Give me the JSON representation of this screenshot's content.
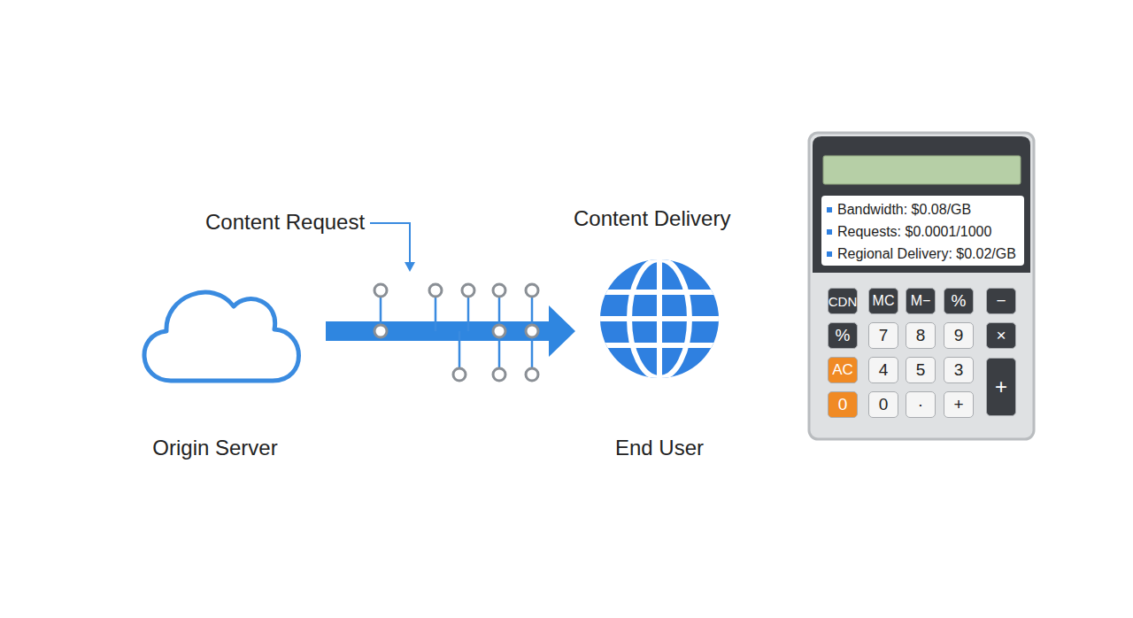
{
  "diagram": {
    "nodes": [
      {
        "text": [
          "Origin Server"
        ]
      },
      {
        "text": [
          "End User"
        ]
      },
      {
        "text": [
          "Bandwidth: $0.08/GB",
          "Requests: $0.0001/1000",
          "Regional Delivery: $0.02/GB"
        ]
      }
    ],
    "edges": [
      {
        "from": 0,
        "to": 1,
        "arrow": "to"
      }
    ],
    "labels": [
      "Content Request",
      "Content Delivery",
      "CDN",
      "MC",
      "M−",
      "%",
      "−",
      "%",
      "7",
      "8",
      "9",
      "×",
      "AC",
      "4",
      "5",
      "3",
      "+",
      "0",
      "0",
      "·",
      "+"
    ]
  }
}
